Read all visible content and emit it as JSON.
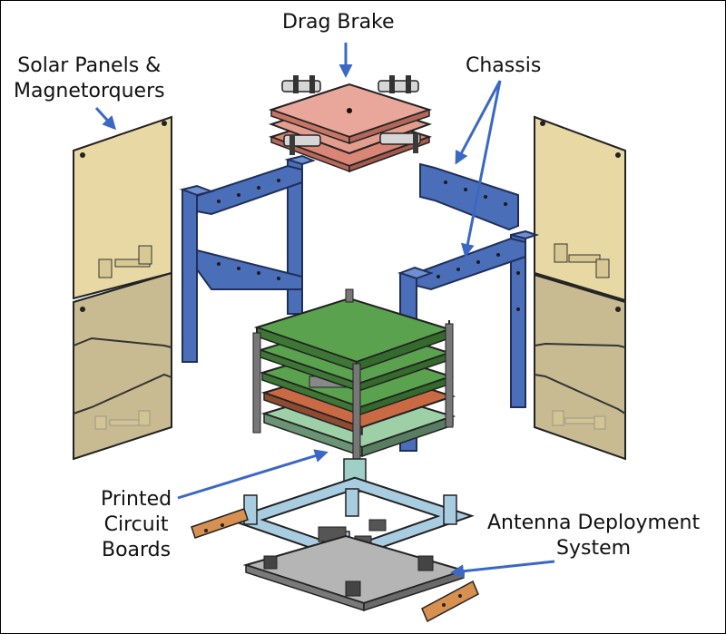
{
  "labels": {
    "drag_brake": "Drag Brake",
    "solar_panels": [
      "Solar Panels &",
      "Magnetorquers"
    ],
    "chassis": "Chassis",
    "pcb": [
      "Printed",
      "Circuit",
      "Boards"
    ],
    "antenna": [
      "Antenna Deployment",
      "System"
    ]
  },
  "colors": {
    "solar_panel": "#e8d8a4",
    "drag_brake": "#e89a8c",
    "chassis": "#4a6fb8",
    "pcb_green": "#5aa24e",
    "pcb_red": "#c96a45",
    "pcb_light": "#9ed0a8",
    "antenna_frame": "#a9cde0",
    "base_plate": "#b5b5b5",
    "antenna_arm": "#d7904f",
    "arrow": "#3b68c4"
  }
}
